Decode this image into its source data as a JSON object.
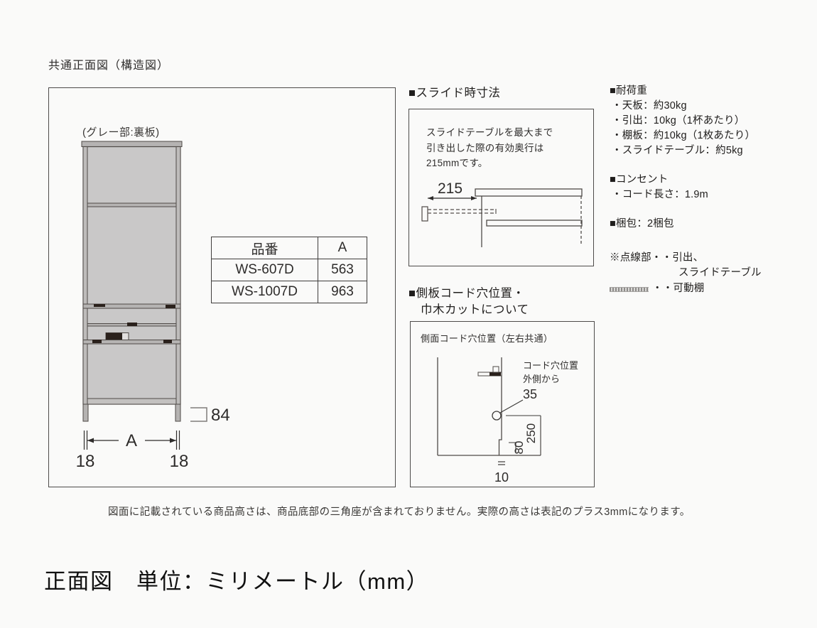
{
  "page": {
    "title": "共通正面図（構造図）",
    "note": "図面に記載されている商品高さは、商品底部の三角座が含まれておりません。実際の高さは表記のプラス3mmになります。",
    "footer_title": "正面図　単位：ミリメートル（mm）"
  },
  "front_view": {
    "back_panel_label": "(グレー部:裏板)",
    "dim_a_label": "A",
    "dim_left_thickness": "18",
    "dim_right_thickness": "18",
    "dim_base_height": "84",
    "table": {
      "headers": [
        "品番",
        "A"
      ],
      "rows": [
        [
          "WS-607D",
          "563"
        ],
        [
          "WS-1007D",
          "963"
        ]
      ]
    }
  },
  "slide_section": {
    "heading": "■スライド時寸法",
    "description_lines": [
      "スライドテーブルを最大まで",
      "引き出した際の有効奥行は",
      "215mmです。"
    ],
    "dim_depth": "215"
  },
  "side_panel_section": {
    "heading_line1": "■側板コード穴位置・",
    "heading_line2": "巾木カットについて",
    "diagram_label": "側面コード穴位置（左右共通）",
    "callout_line1": "コード穴位置",
    "callout_line2": "外側から",
    "dim_hole_offset": "35",
    "dim_hole_height": "250",
    "dim_notch_height": "80",
    "dim_notch_depth": "10"
  },
  "specs": {
    "load": {
      "heading": "■耐荷重",
      "items": [
        "・天板：約30kg",
        "・引出：10kg（1杯あたり）",
        "・棚板：約10kg（1枚あたり）",
        "・スライドテーブル：約5kg"
      ]
    },
    "outlet": {
      "heading": "■コンセント",
      "items": [
        "・コード長さ：1.9m"
      ]
    },
    "packing": {
      "heading": "■梱包：2梱包"
    },
    "legend": {
      "dotted_line1": "※点線部・・引出、",
      "dotted_line2": "スライドテーブル",
      "hatch_label": "・・可動棚"
    }
  },
  "colors": {
    "background": "#fafaf9",
    "outline": "#4f4a47",
    "panel_gray": "#c9c8c8",
    "strip_gray": "#b5b3b2",
    "mark_dark": "#2a211c",
    "text": "#2e2c2b"
  }
}
